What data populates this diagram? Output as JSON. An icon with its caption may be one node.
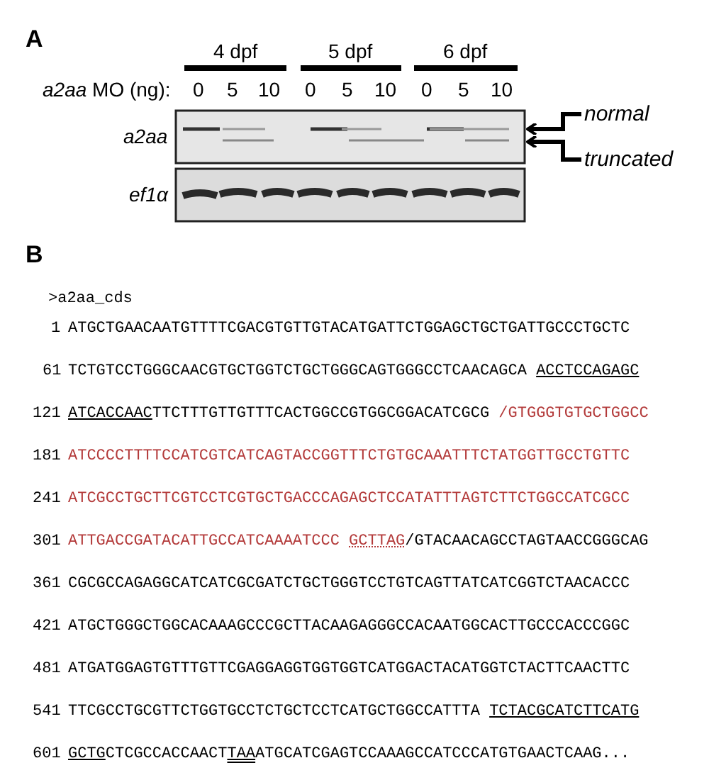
{
  "diagram": {
    "nodes": [
      {
        "text": [
          "normal"
        ]
      },
      {
        "text": [
          "truncated"
        ]
      },
      {
        "text": [],
        "shape": "picture"
      }
    ],
    "edges": [
      {
        "from": 0,
        "to": 2,
        "arrow": "to"
      },
      {
        "from": 1,
        "to": 2,
        "arrow": "to"
      }
    ],
    "labels": [
      "A",
      "4 dpf",
      "5 dpf",
      "6 dpf",
      "*a2aa* MO (ng):",
      "0",
      "5",
      "10",
      "0",
      "5",
      "10",
      "0",
      "5",
      "10",
      "a2aa",
      "ef1α",
      "B",
      ">a2aa_cds",
      "1",
      "ATGCTGAACAATGTTTTCGACGTGTTGTACATGATTCTGGAGCTGCTGATTGCCCTGCTC",
      "61",
      "TCTGTCCTGGGCAACGTGCTGGTCTGCTGGGCAGTGGGCCTCAACAGCA ACCTCCAGAGC",
      "121",
      "ATCACCAACTTCTTTGTTGTTTCACTGGCCGTGGCGGACATCGCG /GTGGGTGTGCTGGCC",
      "181",
      "ATCCCCTTTTCCATCGTCATCAGTACCGGTTTCTGTGCAAATTTCTATGGTTGCCTGTTC",
      "241",
      "ATCGCCTGCTTCGTCCTCGTGCTGACCCAGAGCTCCATATTTAGTCTTCTGGCCATCGCC",
      "301",
      "ATTGACCGATACATTGCCATCAAAATCCC GCTTAG/GTACAACAGCCTAGTAACCGGGCAG",
      "361",
      "CGCGCCAGAGGCATCATCGCGATCTGCTGGGTCCTGTCAGTTATCATCGGTCTAACACCC",
      "421",
      "ATGCTGGGCTGGCACAAAGCCCGCTTACAAGAGGGCCACAATGGCACTTGCCCACCCGGC",
      "481",
      "ATGATGGAGTGTTTGTTCGAGGAGGTGGTGGTCATGGACTACATGGTCTACTTCAACTTC",
      "541",
      "TTCGCCTGCGTTCTGGTGCCTCTGCTCCTCATGCTGGCCATTTA TCTACGCATCTTCATG",
      "601",
      "GCTGCTCGCCACCAACTTAAATGCATCGAGTCCAAAGCCATCCCATGTGAACTCAAG..."
    ]
  }
}
